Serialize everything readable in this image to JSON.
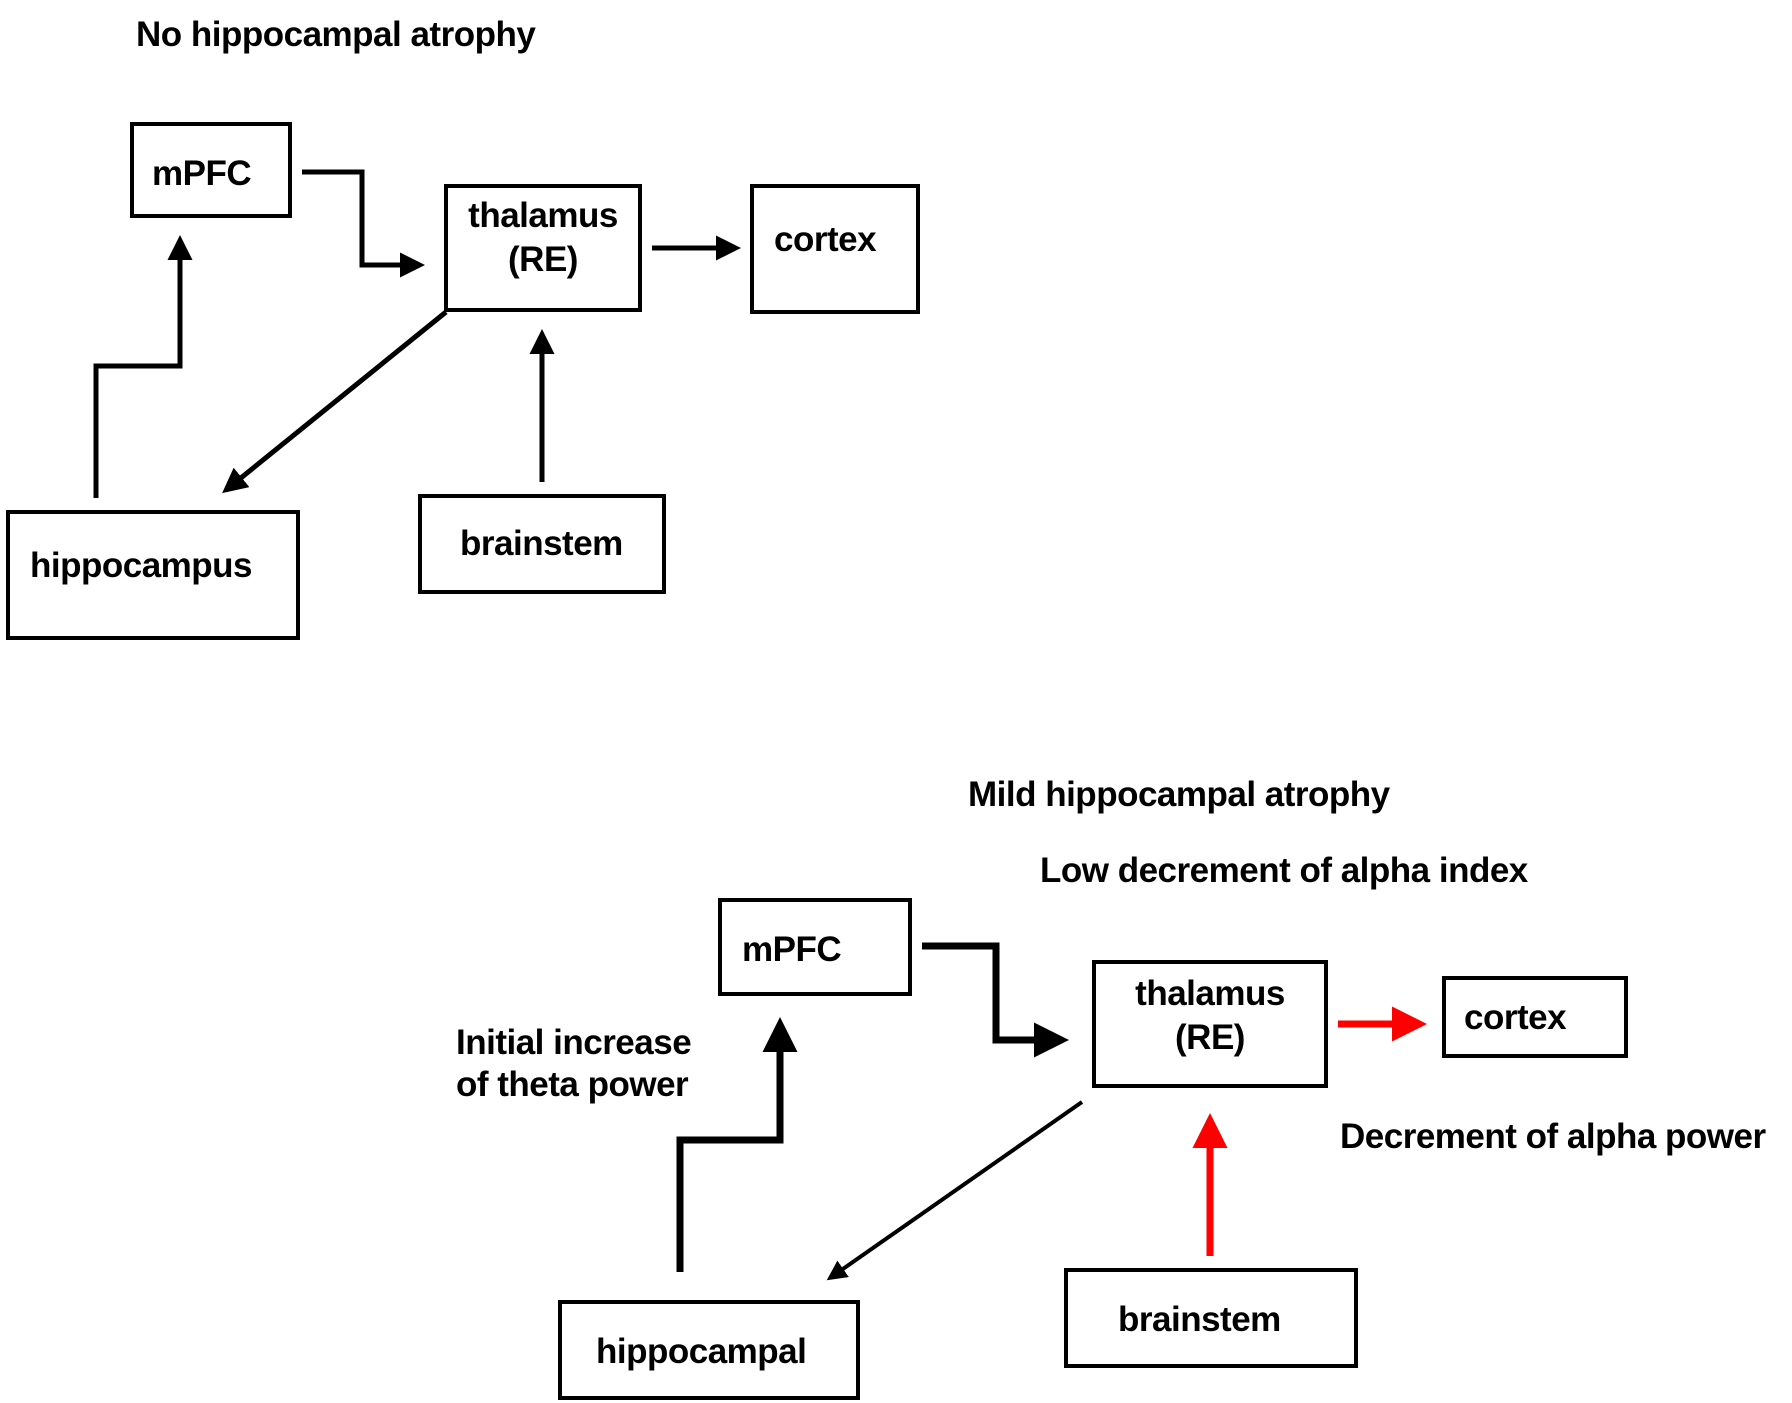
{
  "top": {
    "title": "No hippocampal atrophy",
    "nodes": {
      "mpfc": "mPFC",
      "thalamus_line1": "thalamus",
      "thalamus_line2": "(RE)",
      "cortex": "cortex",
      "hippocampus": "hippocampus",
      "brainstem": "brainstem"
    }
  },
  "bottom": {
    "title": "Mild hippocampal atrophy",
    "subtitle": "Low decrement of alpha index",
    "nodes": {
      "mpfc": "mPFC",
      "thalamus_line1": "thalamus",
      "thalamus_line2": "(RE)",
      "cortex": "cortex",
      "hippocampal": "hippocampal",
      "brainstem": "brainstem"
    },
    "annotations": {
      "theta_line1": "Initial increase",
      "theta_line2": "of theta power",
      "alpha": "Decrement of alpha power"
    }
  },
  "colors": {
    "line": "#000000",
    "highlight": "#ff0000"
  }
}
